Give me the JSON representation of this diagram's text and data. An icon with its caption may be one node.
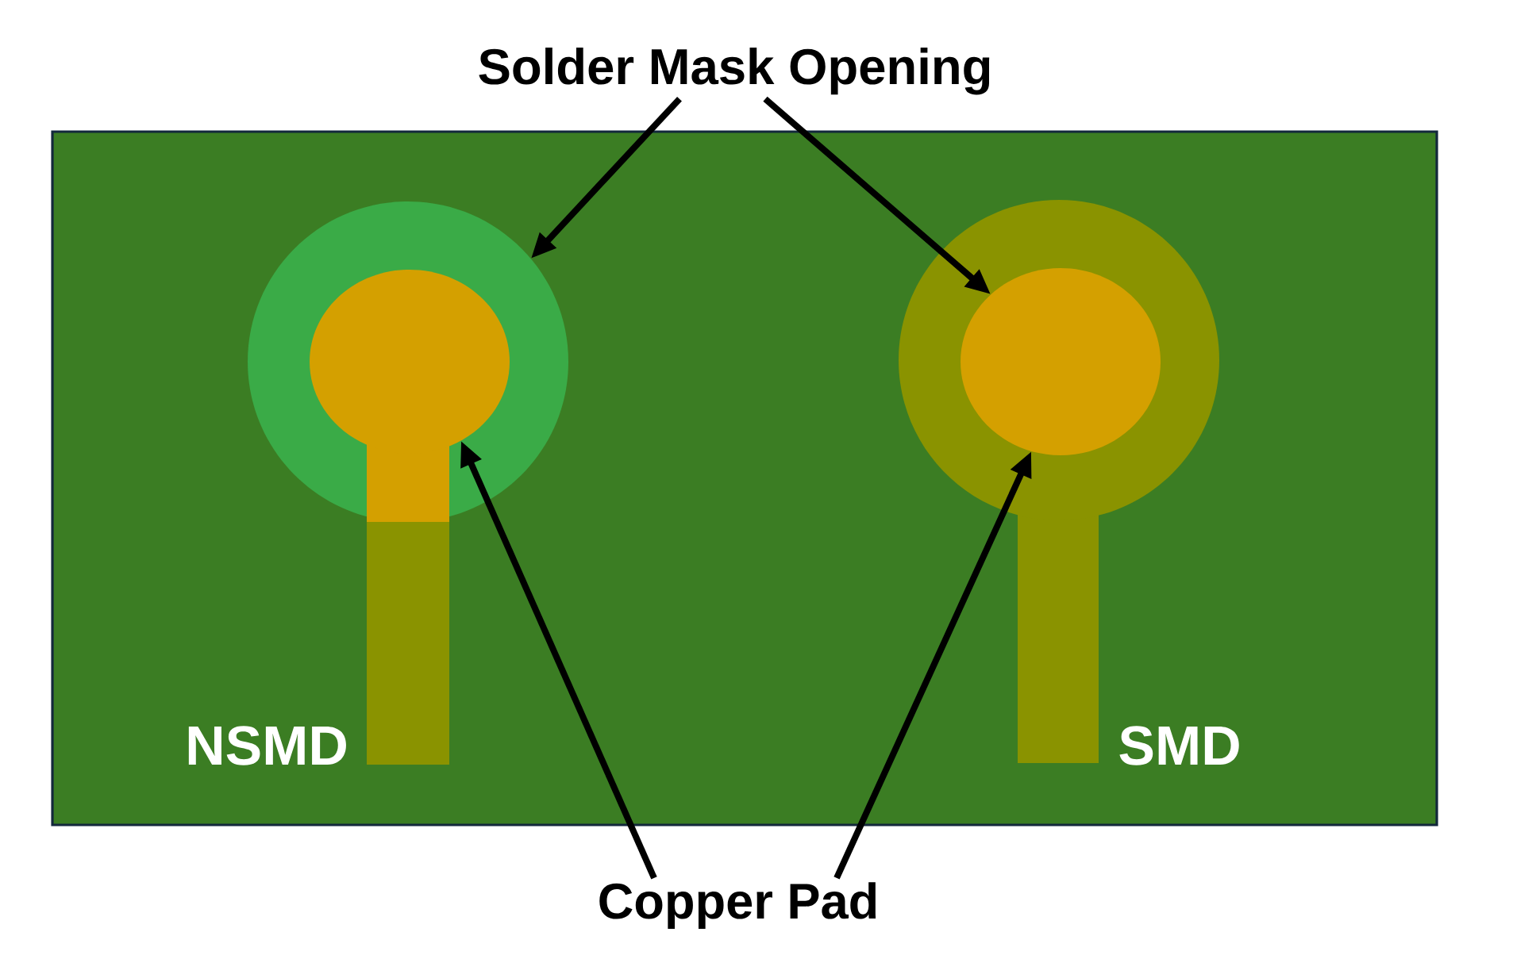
{
  "diagram": {
    "nodes": [
      {
        "text": [
          "Solder Mask Opening"
        ]
      },
      {
        "text": [],
        "shape": "circle"
      },
      {
        "text": [],
        "shape": "circle",
        "in": 1
      },
      {
        "text": [],
        "shape": "circle"
      },
      {
        "text": [],
        "shape": "circle",
        "in": 3
      },
      {
        "text": [
          "Copper Pad"
        ]
      }
    ],
    "edges": [
      {
        "from": 0,
        "to": 1,
        "arrow": "to"
      },
      {
        "from": 0,
        "to": 4,
        "arrow": "to"
      },
      {
        "from": 5,
        "to": 2,
        "arrow": "to"
      },
      {
        "from": 5,
        "to": 4,
        "arrow": "to"
      }
    ],
    "labels": [
      "NSMD",
      "SMD"
    ]
  }
}
